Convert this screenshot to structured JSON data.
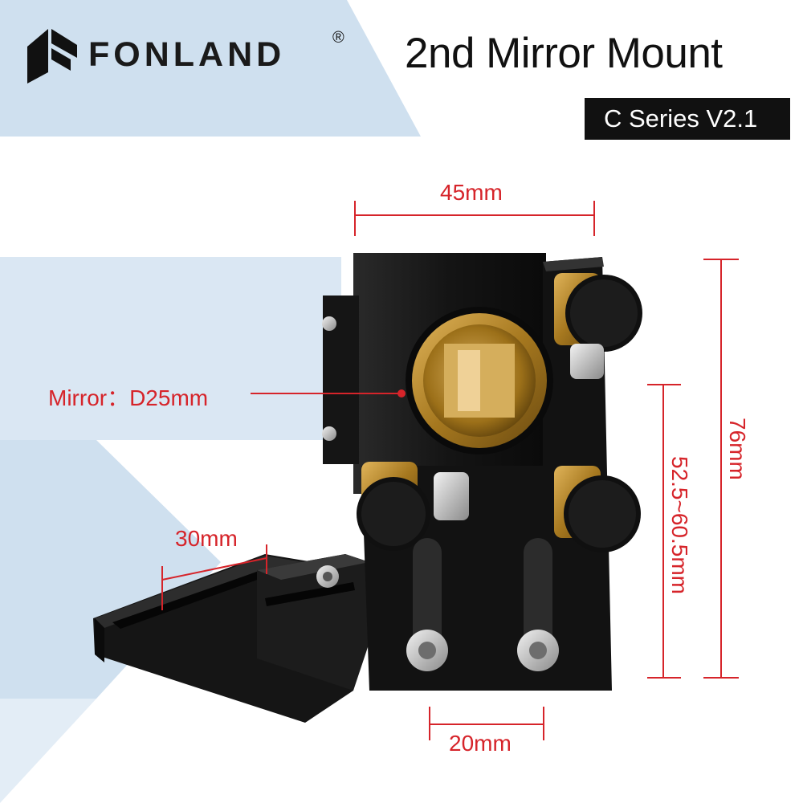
{
  "brand": {
    "name": "FONLAND",
    "registered_mark": "®"
  },
  "title": "2nd Mirror Mount",
  "series_badge": "C Series V2.1",
  "dimensions": {
    "width_top": "45mm",
    "mirror": "Mirror：D25mm",
    "base_width": "30mm",
    "slot_spacing": "20mm",
    "adjust_height": "52.5~60.5mm",
    "total_height": "76mm"
  },
  "colors": {
    "dimension_red": "#d6242a",
    "background_blue": "#cfe0ef",
    "badge_black": "#111111",
    "brass": "#b5862d",
    "anodized_black": "#1b1b1b"
  }
}
